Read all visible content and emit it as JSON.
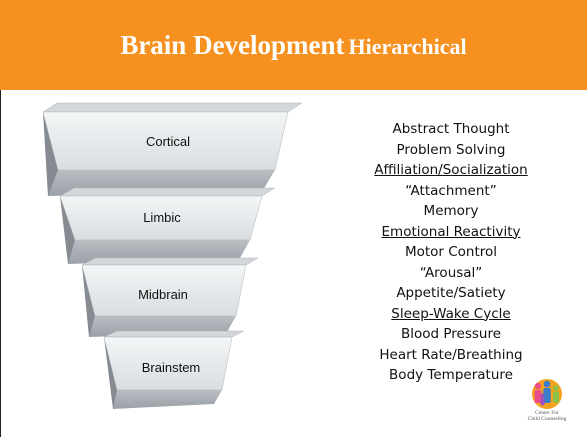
{
  "title": {
    "main": "Brain Development",
    "sub": "Hierarchical"
  },
  "colors": {
    "header": "#f6901e",
    "tier_front": "#eceff1",
    "tier_side": "#8e949a",
    "tier_top": "#c9ced3"
  },
  "tiers": [
    {
      "label": "Cortical"
    },
    {
      "label": "Limbic"
    },
    {
      "label": "Midbrain"
    },
    {
      "label": "Brainstem"
    }
  ],
  "functions": [
    {
      "text": "Abstract Thought",
      "underline": false
    },
    {
      "text": "Problem Solving",
      "underline": false
    },
    {
      "text": "Affiliation/Socialization",
      "underline": true
    },
    {
      "text": "“Attachment”",
      "underline": false
    },
    {
      "text": "Memory",
      "underline": false
    },
    {
      "text": "Emotional Reactivity",
      "underline": true
    },
    {
      "text": "Motor Control",
      "underline": false
    },
    {
      "text": "“Arousal”",
      "underline": false
    },
    {
      "text": "Appetite/Satiety",
      "underline": false
    },
    {
      "text": "Sleep-Wake Cycle",
      "underline": true
    },
    {
      "text": "Blood Pressure",
      "underline": false
    },
    {
      "text": "Heart Rate/Breathing",
      "underline": false
    },
    {
      "text": "Body Temperature",
      "underline": false
    }
  ],
  "logo": {
    "line1": "Center For",
    "line2": "Child Counseling",
    "icon": "family-figures-icon"
  }
}
